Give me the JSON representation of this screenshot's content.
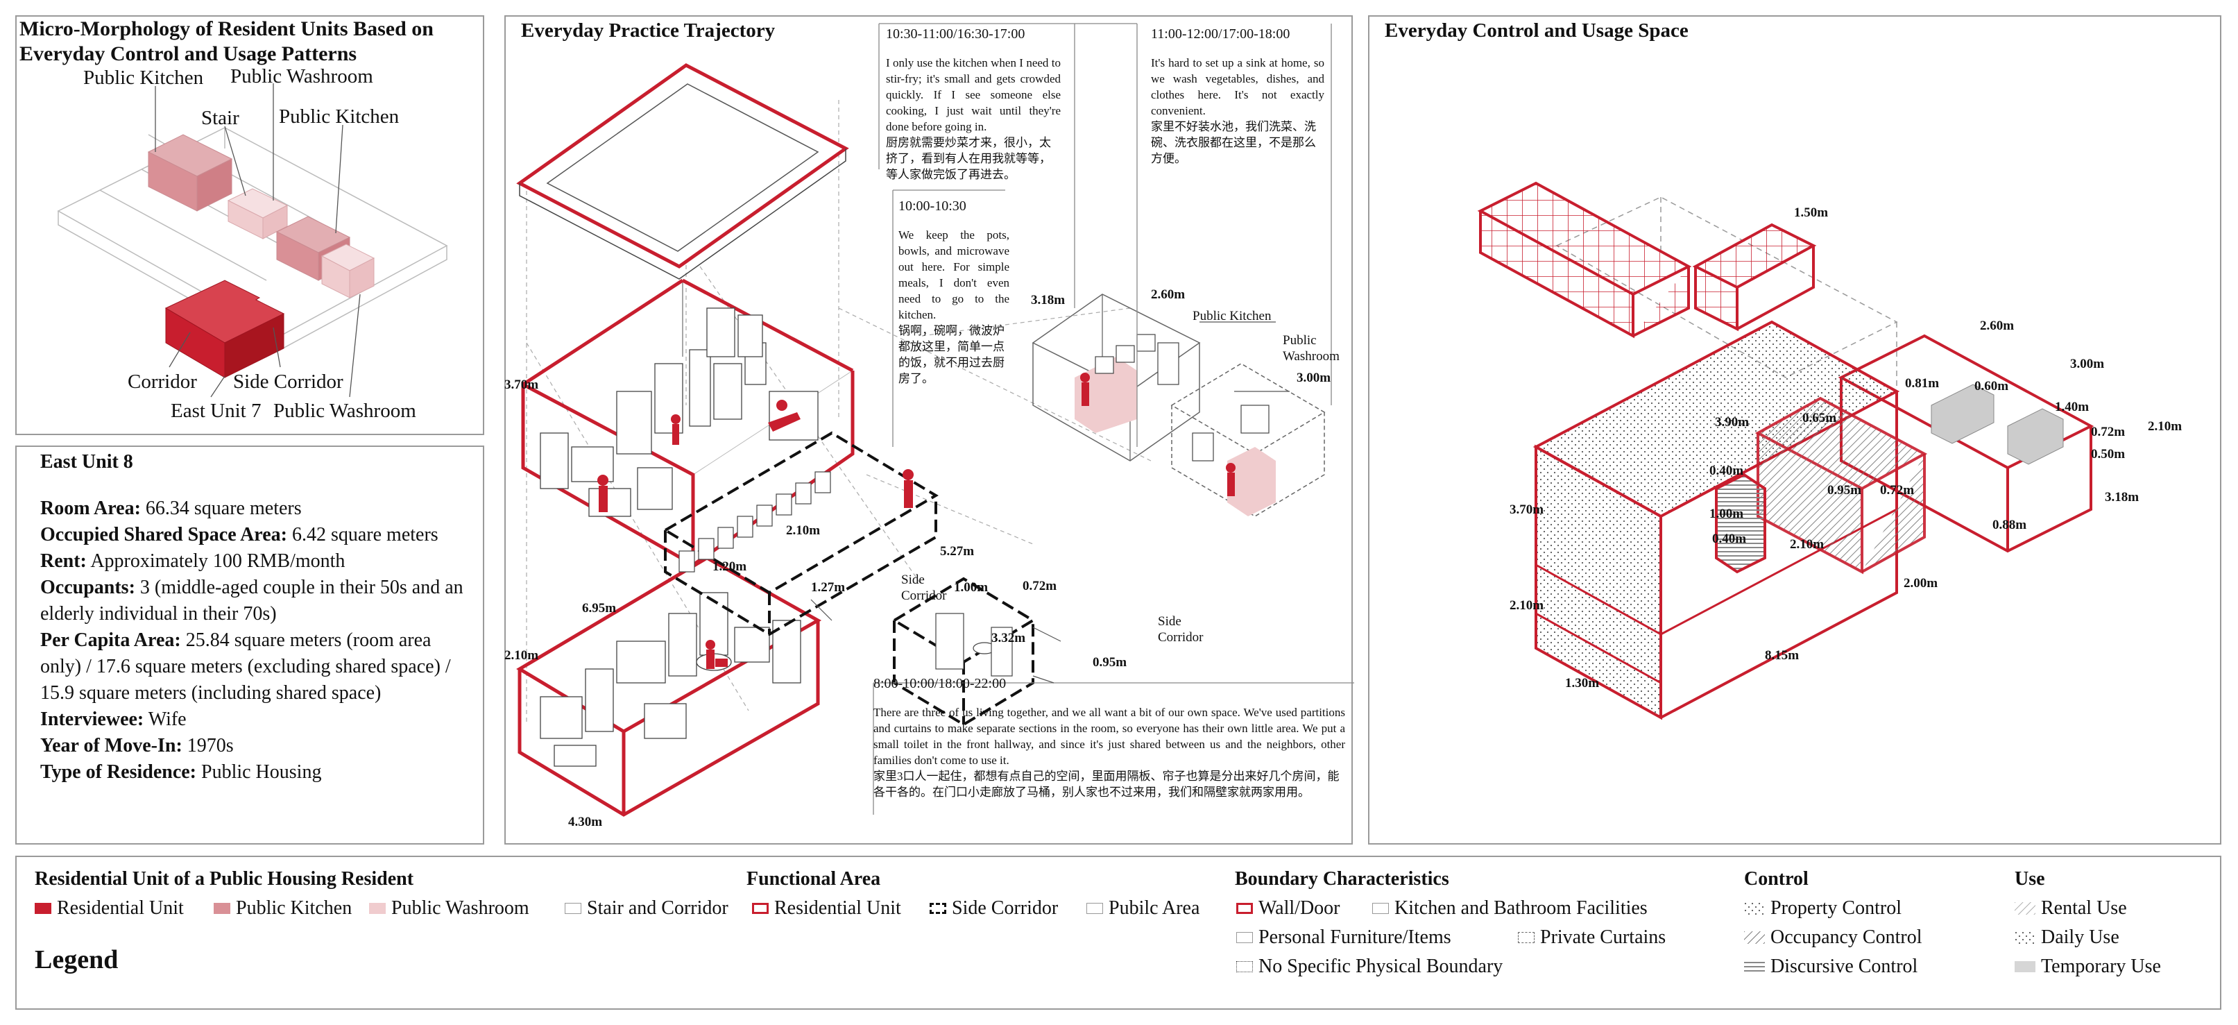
{
  "colors": {
    "red": "#c81e2e",
    "lightred": "#d99096",
    "pink": "#f0ccce",
    "gray": "#9a9a9a",
    "line": "#444444"
  },
  "morph": {
    "title": "Micro-Morphology of Resident Units Based on Everyday Control and Usage Patterns",
    "labels": {
      "public_kitchen_1": "Public Kitchen",
      "public_washroom_1": "Public Washroom",
      "stair": "Stair",
      "public_kitchen_2": "Public Kitchen",
      "corridor": "Corridor",
      "side_corridor": "Side Corridor",
      "east_unit_7": "East Unit 7",
      "public_washroom_2": "Public Washroom"
    }
  },
  "unit": {
    "title": "East Unit 8",
    "rows": [
      {
        "key": "Room Area:",
        "value": " 66.34 square meters"
      },
      {
        "key": "Occupied Shared Space Area:",
        "value": " 6.42 square meters"
      },
      {
        "key": "Rent:",
        "value": " Approximately 100 RMB/month"
      },
      {
        "key": "Occupants:",
        "value": " 3 (middle-aged couple in their 50s and an elderly individual in their 70s)"
      },
      {
        "key": "Per Capita Area:",
        "value": " 25.84 square meters (room area only) / 17.6 square meters (excluding shared space) / 15.9 square meters (including shared space)"
      },
      {
        "key": "Interviewee:",
        "value": " Wife"
      },
      {
        "key": "Year of Move-In:",
        "value": " 1970s"
      },
      {
        "key": "Type of Residence:",
        "value": " Public Housing"
      }
    ]
  },
  "trajectory": {
    "title": "Everyday Practice Trajectory",
    "notes": [
      {
        "time": "10:30-11:00/16:30-17:00",
        "en": "I only use the kitchen when I need to stir-fry; it's small and gets crowded quickly. If I see someone else cooking, I just wait until they're done before going in.",
        "cn": "厨房就需要炒菜才来，很小，太挤了，看到有人在用我就等等，等人家做完饭了再进去。"
      },
      {
        "time": "11:00-12:00/17:00-18:00",
        "en": "It's hard to set up a sink at home, so we wash vegetables, dishes, and clothes here. It's not exactly convenient.",
        "cn": "家里不好装水池，我们洗菜、洗碗、洗衣服都在这里，不是那么方便。"
      },
      {
        "time": "10:00-10:30",
        "en": "We keep the pots, bowls, and microwave out here. For simple meals, I don't even need to go to the kitchen.",
        "cn": "锅啊，碗啊，微波炉都放这里，简单一点的饭，就不用过去厨房了。"
      },
      {
        "time": "8:00-10:00/18:00-22:00",
        "en": "There are three of us living together, and we all want a bit of our own space. We've used partitions and curtains to make separate sections in the room, so everyone has their own little area. We put a small toilet in the front hallway, and since it's just shared between us and the neighbors, other families don't come to use it.",
        "cn": "家里3口人一起住，都想有点自己的空间，里面用隔板、帘子也算是分出来好几个房间，能各干各的。在门口小走廊放了马桶，别人家也不过来用，我们和隔壁家就两家用用。"
      }
    ],
    "labels": {
      "public_kitchen": "Public Kitchen",
      "public_washroom": "Public Washroom",
      "side_corridor_a": "Side Corridor",
      "side_corridor_b": "Side Corridor"
    },
    "dims": {
      "d370": "3.70m",
      "d695": "6.95m",
      "d210": "2.10m",
      "d430": "4.30m",
      "d120": "1.20m",
      "d210b": "2.10m",
      "d527": "5.27m",
      "d127": "1.27m",
      "d100": "1.00m",
      "d072": "0.72m",
      "d332": "3.32m",
      "d095": "0.95m",
      "d318": "3.18m",
      "d260": "2.60m",
      "d300": "3.00m"
    }
  },
  "control": {
    "title": "Everyday Control and Usage Space",
    "dims": {
      "d150": "1.50m",
      "d260": "2.60m",
      "d300": "3.00m",
      "d081": "0.81m",
      "d060": "0.60m",
      "d140": "1.40m",
      "d210r": "2.10m",
      "d072": "0.72m",
      "d050": "0.50m",
      "d390": "3.90m",
      "d065": "0.65m",
      "d318": "3.18m",
      "d088": "0.88m",
      "d040": "0.40m",
      "d095": "0.95m",
      "d072b": "0.72m",
      "d100": "1.00m",
      "d040b": "0.40m",
      "d210m": "2.10m",
      "d200": "2.00m",
      "d370": "3.70m",
      "d210l": "2.10m",
      "d815": "8.15m",
      "d130": "1.30m"
    }
  },
  "legend": {
    "title": "Legend",
    "groups": [
      {
        "title": "Residential Unit of a Public Housing Resident",
        "items": [
          {
            "label": "Residential Unit",
            "swatch": "red-fill"
          },
          {
            "label": "Public Kitchen",
            "swatch": "lightred-fill"
          },
          {
            "label": "Public Washroom",
            "swatch": "pink-fill"
          },
          {
            "label": "Stair and Corridor",
            "swatch": "white-outline"
          }
        ]
      },
      {
        "title": "Functional Area",
        "items": [
          {
            "label": "Residential Unit",
            "swatch": "red-outline"
          },
          {
            "label": "Side Corridor",
            "swatch": "dashed-bracket"
          },
          {
            "label": "Pubilc Area",
            "swatch": "gray-outline"
          }
        ]
      },
      {
        "title": "Boundary Characteristics",
        "items": [
          {
            "label": "Wall/Door",
            "swatch": "red-outline"
          },
          {
            "label": "Kitchen and Bathroom Facilities",
            "swatch": "gray-outline"
          },
          {
            "label": "Personal Furniture/Items",
            "swatch": "gray-outline"
          },
          {
            "label": "Private Curtains",
            "swatch": "dashed-bracket"
          },
          {
            "label": "No Specific Physical Boundary",
            "swatch": "dotted-outline"
          }
        ]
      },
      {
        "title": "Control",
        "items": [
          {
            "label": "Property Control",
            "swatch": "dots"
          },
          {
            "label": "Occupancy Control",
            "swatch": "grid"
          },
          {
            "label": "Discursive Control",
            "swatch": "lines"
          }
        ]
      },
      {
        "title": "Use",
        "items": [
          {
            "label": "Rental Use",
            "swatch": "crosshatch"
          },
          {
            "label": "Daily  Use",
            "swatch": "dots"
          },
          {
            "label": "Temporary Use",
            "swatch": "solid-gray"
          }
        ]
      }
    ]
  }
}
